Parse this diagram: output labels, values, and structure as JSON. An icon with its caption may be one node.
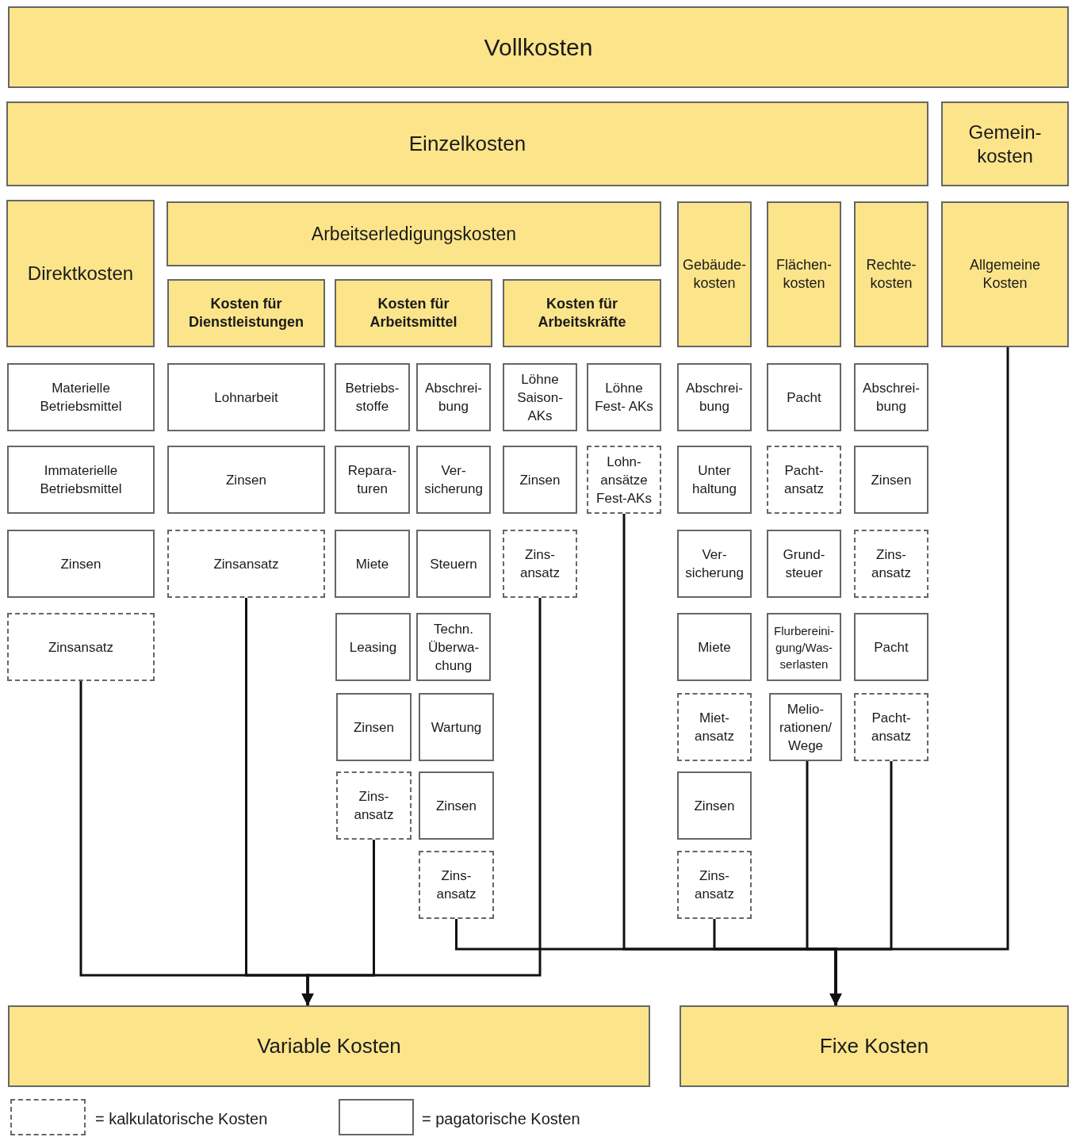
{
  "diagram": {
    "nodes": [
      {
        "text": [
          "Vollkosten"
        ]
      },
      {
        "text": [
          "Einzelkosten"
        ]
      },
      {
        "text": [
          "Gemein- kosten"
        ]
      },
      {
        "text": [
          "Direktkosten"
        ]
      },
      {
        "text": [
          "Arbeitserledigungskosten"
        ]
      },
      {
        "text": [
          "Kosten für Dienstleistungen"
        ]
      },
      {
        "text": [
          "Kosten für Arbeitsmittel"
        ]
      },
      {
        "text": [
          "Kosten für Arbeitskräfte"
        ]
      },
      {
        "text": [
          "Gebäude- kosten"
        ]
      },
      {
        "text": [
          "Flächen- kosten"
        ]
      },
      {
        "text": [
          "Rechte- kosten"
        ]
      },
      {
        "text": [
          "Allgemeine Kosten"
        ]
      },
      {
        "text": [
          "Materielle Betriebsmittel"
        ]
      },
      {
        "text": [
          "Immaterielle Betriebsmittel"
        ]
      },
      {
        "text": [
          "Zinsen"
        ]
      },
      {
        "text": [
          "Zinsansatz"
        ]
      },
      {
        "text": [
          "Lohnarbeit"
        ]
      },
      {
        "text": [
          "Zinsen"
        ]
      },
      {
        "text": [
          "Zinsansatz"
        ]
      },
      {
        "text": [
          "Betriebs- stoffe"
        ]
      },
      {
        "text": [
          "Abschrei- bung"
        ]
      },
      {
        "text": [
          "Repara- turen"
        ]
      },
      {
        "text": [
          "Ver- sicherung"
        ]
      },
      {
        "text": [
          "Miete"
        ]
      },
      {
        "text": [
          "Steuern"
        ]
      },
      {
        "text": [
          "Leasing"
        ]
      },
      {
        "text": [
          "Techn. Überwa- chung"
        ]
      },
      {
        "text": [
          "Zinsen"
        ]
      },
      {
        "text": [
          "Wartung"
        ]
      },
      {
        "text": [
          "Zins- ansatz"
        ]
      },
      {
        "text": [
          "Zinsen"
        ]
      },
      {
        "text": [
          "Zins- ansatz"
        ]
      },
      {
        "text": [
          "Löhne Saison- AKs"
        ]
      },
      {
        "text": [
          "Löhne Fest- AKs"
        ]
      },
      {
        "text": [
          "Zinsen"
        ]
      },
      {
        "text": [
          "Lohn- ansätze Fest-AKs"
        ]
      },
      {
        "text": [
          "Zins- ansatz"
        ]
      },
      {
        "text": [
          "Abschrei- bung"
        ]
      },
      {
        "text": [
          "Unter haltung"
        ]
      },
      {
        "text": [
          "Ver- sicherung"
        ]
      },
      {
        "text": [
          "Miete"
        ]
      },
      {
        "text": [
          "Miet- ansatz"
        ]
      },
      {
        "text": [
          "Zinsen"
        ]
      },
      {
        "text": [
          "Zins- ansatz"
        ]
      },
      {
        "text": [
          "Pacht"
        ]
      },
      {
        "text": [
          "Pacht- ansatz"
        ]
      },
      {
        "text": [
          "Grund- steuer"
        ]
      },
      {
        "text": [
          "Flurbereini- gung/Was- serlasten"
        ]
      },
      {
        "text": [
          "Melio- rationen/ Wege"
        ]
      },
      {
        "text": [
          "Abschrei- bung"
        ]
      },
      {
        "text": [
          "Zinsen"
        ]
      },
      {
        "text": [
          "Zins- ansatz"
        ]
      },
      {
        "text": [
          "Pacht"
        ]
      },
      {
        "text": [
          "Pacht- ansatz"
        ]
      },
      {
        "text": [
          "Variable Kosten"
        ]
      },
      {
        "text": [
          "Fixe Kosten"
        ]
      }
    ],
    "edges": [
      {
        "from": 15,
        "to": 54,
        "arrow": "to"
      },
      {
        "from": 18,
        "to": 54,
        "arrow": "to"
      },
      {
        "from": 29,
        "to": 54,
        "arrow": "to"
      },
      {
        "from": 36,
        "to": 54,
        "arrow": "to"
      },
      {
        "from": 31,
        "to": 55,
        "arrow": "to"
      },
      {
        "from": 35,
        "to": 55,
        "arrow": "to"
      },
      {
        "from": 43,
        "to": 55,
        "arrow": "to"
      },
      {
        "from": 48,
        "to": 55,
        "arrow": "to"
      },
      {
        "from": 53,
        "to": 55,
        "arrow": "to"
      },
      {
        "from": 11,
        "to": 55,
        "arrow": "to"
      }
    ],
    "legend": [
      {
        "text": "= kalkulatorische Kosten"
      },
      {
        "text": "= pagatorische Kosten"
      }
    ]
  }
}
